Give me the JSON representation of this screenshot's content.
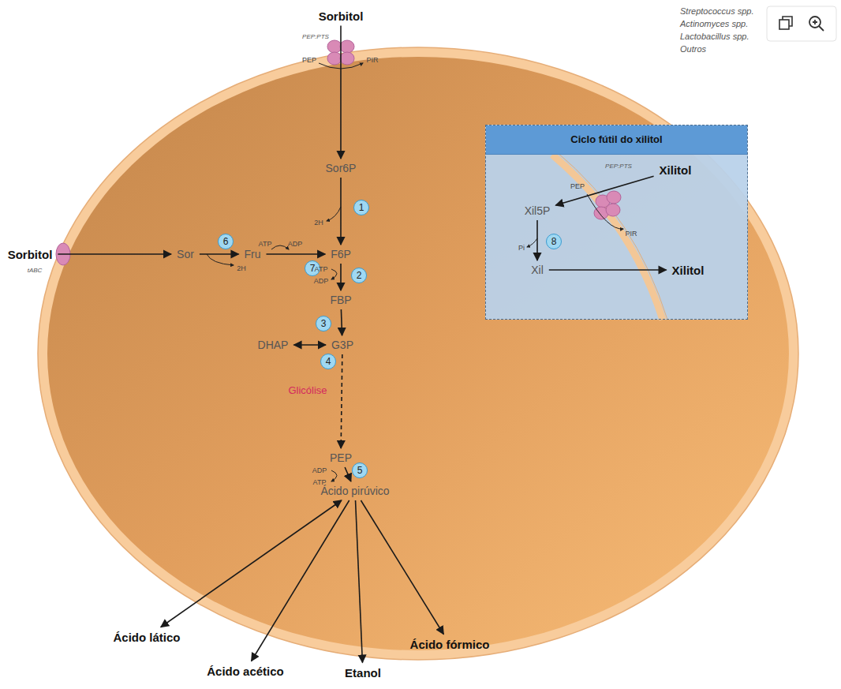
{
  "diagram": {
    "nodes": [
      {
        "text": [
          "Sorbitol"
        ]
      },
      {
        "text": [
          "Ciclo fútil do xilitol"
        ]
      },
      {
        "text": [
          "Xilitol"
        ],
        "in": 1
      },
      {
        "text": [
          "Xil5P"
        ],
        "in": 1
      },
      {
        "text": [
          "Xil"
        ],
        "in": 1
      },
      {
        "text": [
          "Xilitol"
        ],
        "in": 1
      },
      {
        "text": [
          "Sor6P"
        ]
      },
      {
        "text": [
          "Sorbitol"
        ]
      },
      {
        "text": [
          "Sor"
        ]
      },
      {
        "text": [
          "Fru"
        ]
      },
      {
        "text": [
          "F6P"
        ]
      },
      {
        "text": [
          "FBP"
        ]
      },
      {
        "text": [
          "DHAP"
        ]
      },
      {
        "text": [
          "G3P"
        ]
      },
      {
        "text": [
          "PEP"
        ]
      },
      {
        "text": [
          "Ácido pirúvico"
        ]
      },
      {
        "text": [
          "Ácido lático"
        ]
      },
      {
        "text": [
          "Ácido acético"
        ]
      },
      {
        "text": [
          "Etanol"
        ]
      },
      {
        "text": [
          "Ácido fórmico"
        ]
      }
    ],
    "edges": [
      {
        "from": 0,
        "to": 6,
        "arrow": "to"
      },
      {
        "from": 6,
        "to": 10,
        "arrow": "to"
      },
      {
        "from": 7,
        "to": 8,
        "arrow": "to"
      },
      {
        "from": 8,
        "to": 9,
        "arrow": "to"
      },
      {
        "from": 9,
        "to": 10,
        "arrow": "to"
      },
      {
        "from": 10,
        "to": 11,
        "arrow": "to"
      },
      {
        "from": 11,
        "to": 13,
        "arrow": "to"
      },
      {
        "from": 12,
        "to": 13,
        "arrow": "both"
      },
      {
        "from": 13,
        "to": 14,
        "arrow": "to"
      },
      {
        "from": 14,
        "to": 15,
        "arrow": "to"
      },
      {
        "from": 15,
        "to": 16,
        "arrow": "both"
      },
      {
        "from": 15,
        "to": 17,
        "arrow": "to"
      },
      {
        "from": 15,
        "to": 18,
        "arrow": "to"
      },
      {
        "from": 15,
        "to": 19,
        "arrow": "to"
      },
      {
        "from": 2,
        "to": 3,
        "arrow": "to"
      },
      {
        "from": 3,
        "to": 4,
        "arrow": "to"
      },
      {
        "from": 4,
        "to": 5,
        "arrow": "to"
      }
    ],
    "labels": [
      "Streptococcus spp.",
      "Actinomyces spp.",
      "Lactobacillus spp.",
      "Outros",
      "PEP:PTS",
      "PEP",
      "PIR",
      "tABC",
      "1",
      "2H",
      "6",
      "2H",
      "ATP",
      "ADP",
      "7",
      "ATP",
      "ADP",
      "2",
      "3",
      "4",
      "Glicólise",
      "ADP",
      "ATP",
      "5",
      "PEP:PTS",
      "PEP",
      "PIR",
      "Pi",
      "8"
    ]
  }
}
